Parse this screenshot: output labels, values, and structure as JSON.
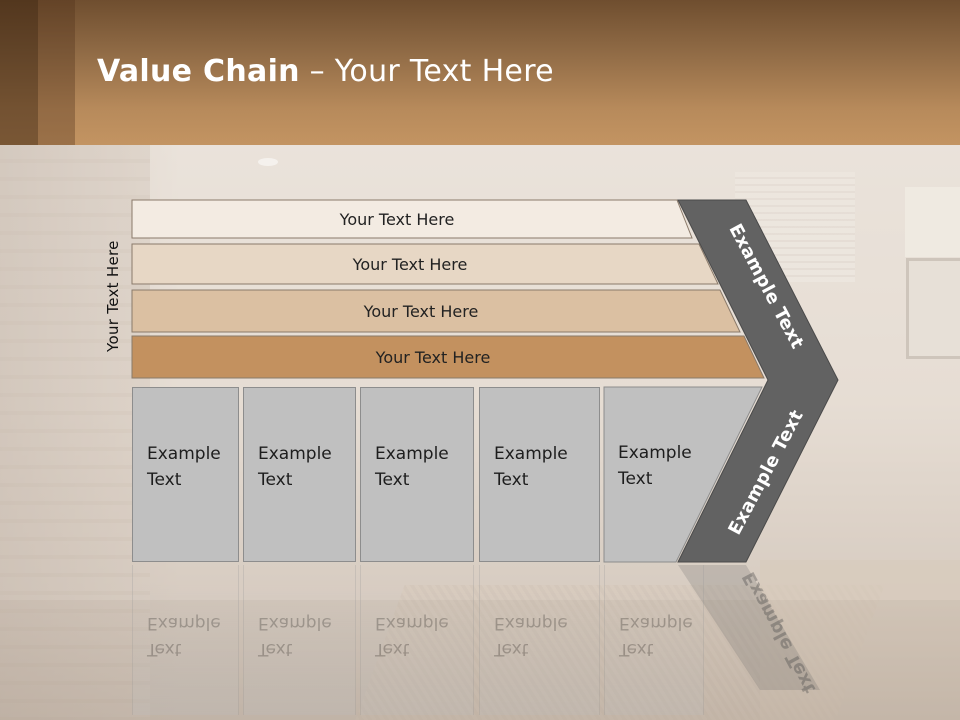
{
  "title": {
    "bold": "Value Chain",
    "rest": " – Your Text Here"
  },
  "side_label": "Your Text Here",
  "bars": [
    "Your Text Here",
    "Your Text Here",
    "Your Text Here",
    "Your Text Here"
  ],
  "boxes": [
    {
      "line1": "Example",
      "line2": "Text"
    },
    {
      "line1": "Example",
      "line2": "Text"
    },
    {
      "line1": "Example",
      "line2": "Text"
    },
    {
      "line1": "Example",
      "line2": "Text"
    },
    {
      "line1": "Example",
      "line2": "Text"
    }
  ],
  "chevron": {
    "top_label": "Example Text",
    "bottom_label": "Example Text"
  },
  "colors": {
    "header_brown": "#b78a5b",
    "bar1": "#f3ebe2",
    "bar2": "#e7d7c5",
    "bar3": "#dbc0a2",
    "bar4": "#c3915f",
    "box_gray": "#c0c0c0",
    "chevron_gray": "#626262"
  }
}
